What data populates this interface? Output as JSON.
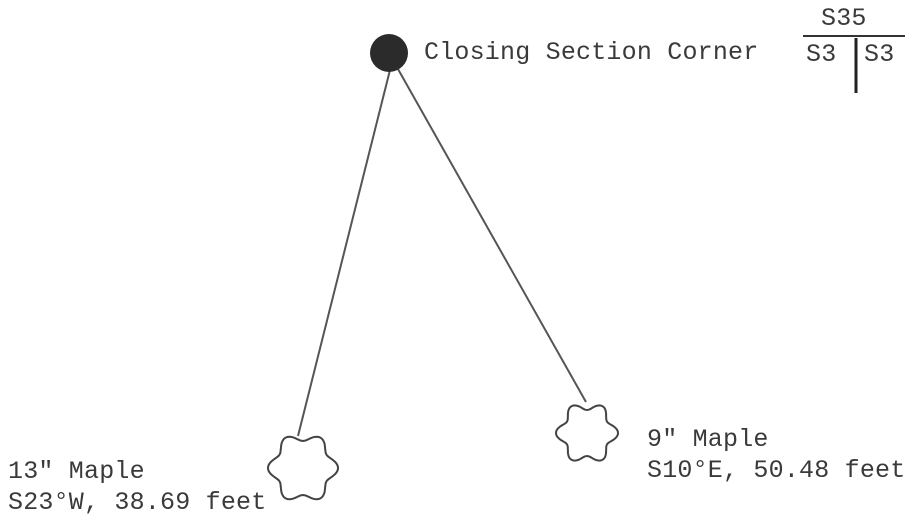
{
  "corner": {
    "label": "Closing Section Corner"
  },
  "section_key": {
    "top": "S35",
    "bottom_left": "S3",
    "bottom_right": "S3"
  },
  "bearing_trees": [
    {
      "size": "13\" Maple",
      "bearing": "S23°W, 38.69 feet"
    },
    {
      "size": "9\" Maple",
      "bearing": "S10°E, 50.48 feet"
    }
  ],
  "colors": {
    "ink": "#3a3a3a",
    "corner_marker": "#2b2b2b",
    "background": "#ffffff"
  }
}
